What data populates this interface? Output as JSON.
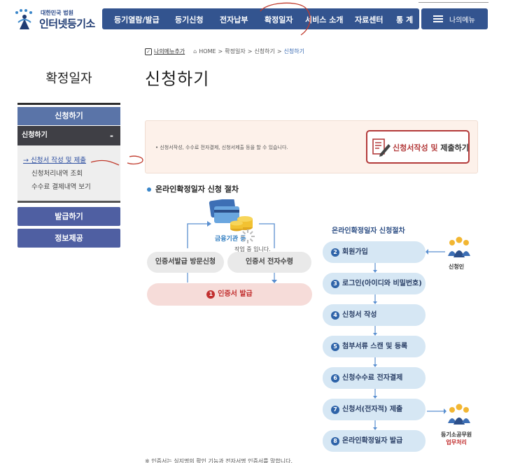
{
  "header": {
    "logo_small": "대한민국 법원",
    "logo_big": "인터넷등기소",
    "nav": [
      {
        "label": "등기열람/발급"
      },
      {
        "label": "등기신청"
      },
      {
        "label": "전자납부"
      },
      {
        "label": "확정일자"
      },
      {
        "label": "서비스 소개"
      },
      {
        "label": "자료센터"
      },
      {
        "label": "통 계"
      }
    ],
    "mymenu_label": "나의메뉴"
  },
  "breadcrumb": {
    "my_menu_add": "나의메뉴추가",
    "path": [
      "HOME",
      "확정일자",
      "신청하기"
    ],
    "current": "신청하기"
  },
  "sidebar": {
    "section_title": "확정일자",
    "apply_header": "신청하기",
    "sub_header": "신청하기",
    "sub_toggle": "-",
    "items": [
      {
        "label": "신청서 작성 및 제출",
        "active": true
      },
      {
        "label": "신청처리내역 조회",
        "active": false
      },
      {
        "label": "수수료 결제내역 보기",
        "active": false
      }
    ],
    "buttons": [
      {
        "label": "발급하기"
      },
      {
        "label": "정보제공"
      }
    ]
  },
  "main": {
    "title": "신청하기",
    "info_text": "• 신청서작성, 수수료 전자결제, 신청서제출 등을 할 수 있습니다.",
    "cta_label_red": "신청서작성 및",
    "cta_label_dark": "제출하기",
    "section_title": "온라인확정일자 신청 절차",
    "left_diagram": {
      "fin_label": "금융기관 등",
      "loading_text": "작업 중 입니다.",
      "visit": "인증서발급 방문신청",
      "electronic": "인증서 전자수령",
      "issue_num": "1",
      "issue": "인증서 발급"
    },
    "flow_title": "온라인확정일자 신청절차",
    "steps": [
      {
        "num": "2",
        "label": "회원가입"
      },
      {
        "num": "3",
        "label": "로그인(아이디와 비밀번호)"
      },
      {
        "num": "4",
        "label": "신청서 작성"
      },
      {
        "num": "5",
        "label": "첨부서류 스캔 및 등록"
      },
      {
        "num": "6",
        "label": "신청수수료 전자결제"
      },
      {
        "num": "7",
        "label": "신청서(전자적) 제출"
      },
      {
        "num": "8",
        "label": "온라인확정일자 발급"
      }
    ],
    "applicant_label": "신청인",
    "official_label": "등기소공무원",
    "official_sub": "업무처리",
    "footnote": "※ 인증서는 실지명의 확인 기능과 전자서명 인증서를 말합니다."
  },
  "colors": {
    "nav_bg": "#33548f",
    "sidebar_apply": "#5a74a8",
    "sidebar_sub": "#3f3f45",
    "sidebar_btn": "#4f5fa2",
    "cta_red": "#b33a3a",
    "step_bg": "#d6e7f4",
    "annotation_red": "#c0392b"
  },
  "icons": [
    "check-icon",
    "home-icon",
    "hamburger-icon",
    "document-pen-icon",
    "credit-card-icon",
    "coins-icon",
    "loading-spinner-icon",
    "person-group-icon"
  ]
}
